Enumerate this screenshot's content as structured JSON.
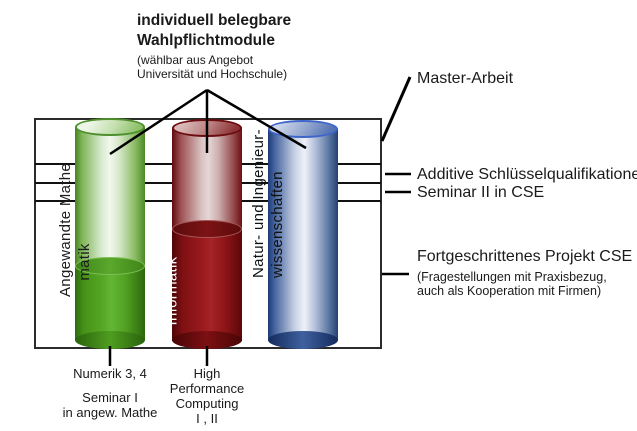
{
  "top_annotation": {
    "line1": "individuell belegbare",
    "line2": "Wahlpflichtmodule",
    "sub1": "(wählbar aus Angebot",
    "sub2": "Universität und Hochschule)"
  },
  "right_annotations": {
    "master_arbeit": "Master-Arbeit",
    "additive": "Additive Schlüsselqualifikationen",
    "seminar2": "Seminar II in CSE",
    "project": "Fortgeschrittenes Projekt CSE",
    "project_sub1": "(Fragestellungen mit Praxisbezug,",
    "project_sub2": "auch als Kooperation mit Firmen)"
  },
  "cylinders": [
    {
      "name": "angewandte-mathematik",
      "line1": "Angewandte Mathe",
      "line2": "matik",
      "color": "#57a827",
      "text_color": "#1d1d1d"
    },
    {
      "name": "informatik",
      "line1": "Informatik",
      "line2": "",
      "color": "#9c1b1f",
      "text_color": "#ffffff"
    },
    {
      "name": "natur-ingenieurwissenschaften",
      "line1": "Natur- und Ingenieur-",
      "line2": "wissenschaften",
      "color": "#4a68a8",
      "text_color": "#111111"
    }
  ],
  "bottom_annotations": {
    "mathe": [
      "Numerik 3, 4",
      "Seminar I",
      "in angew. Mathe"
    ],
    "informatik": [
      "High",
      "Performance",
      "Computing",
      "I , II"
    ]
  },
  "colors": {
    "line": "#000000",
    "box_border": "#2b2b2b",
    "green": "#57a827",
    "red": "#9c1b1f",
    "blue": "#4a68a8",
    "background": "#ffffff"
  }
}
